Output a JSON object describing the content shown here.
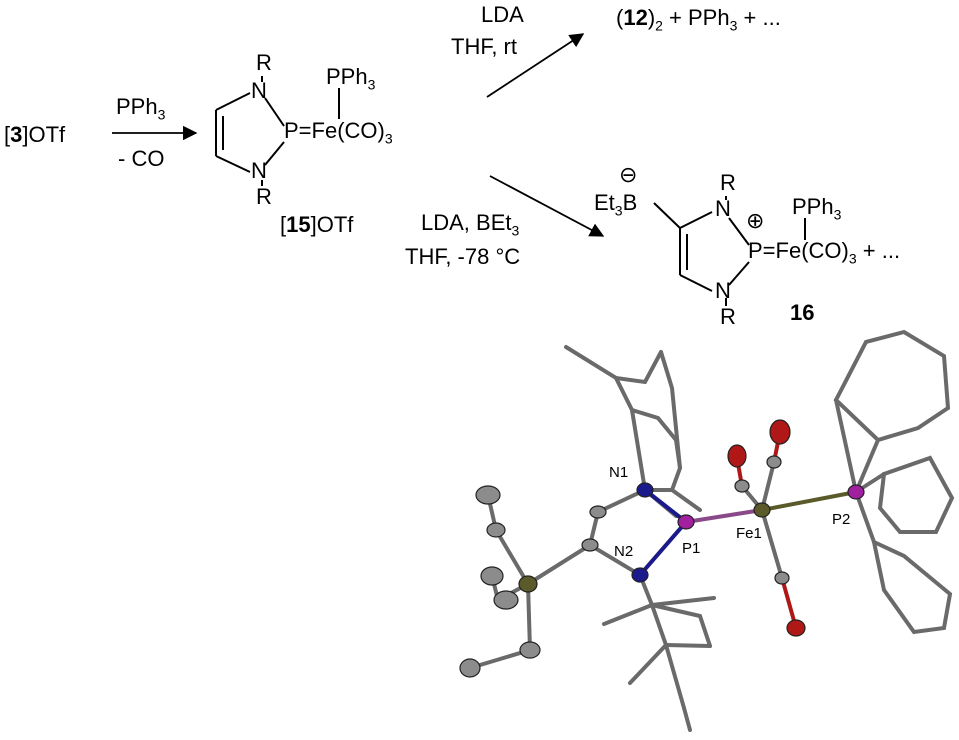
{
  "reactant": {
    "pre": "[",
    "num": "3",
    "post": "]OTf"
  },
  "step1": {
    "above": "PPh",
    "above_sub": "3",
    "below": "- CO"
  },
  "compound15": {
    "r_top": "R",
    "n_top": "N",
    "n_bot": "N",
    "r_bot": "R",
    "phosphine": "PPh",
    "phosphine_sub": "3",
    "p_fe": "P=Fe(CO)",
    "p_fe_sub": "3",
    "label_pre": "[",
    "label_num": "15",
    "label_post": "]OTf"
  },
  "path_upper": {
    "reagent_line1": "LDA",
    "reagent_line2": "THF,  rt",
    "product_pre": "(",
    "product_num": "12",
    "product_mid": ")",
    "product_sub": "2",
    "product_post": " + PPh",
    "product_sub2": "3",
    "product_end": " + ..."
  },
  "path_lower": {
    "reagent_line1": "LDA, BEt",
    "reagent_line1_sub": "3",
    "reagent_line2": "THF,  -78 °C"
  },
  "compound16": {
    "boron_minus": "⊖",
    "et3b": "Et",
    "et3b_sub": "3",
    "et3b_b": "B",
    "r_top": "R",
    "n_top": "N",
    "n_bot": "N",
    "r_bot": "R",
    "p_plus": "⊕",
    "phosphine": "PPh",
    "phosphine_sub": "3",
    "p_fe": "P=Fe(CO)",
    "p_fe_sub": "3",
    "trailing": " + ...",
    "label": "16"
  },
  "crystal_structure": {
    "atom_labels": {
      "n1": "N1",
      "n2": "N2",
      "p1": "P1",
      "fe1": "Fe1",
      "p2": "P2"
    },
    "colors": {
      "bond": "#5a5a5a",
      "carbon": "#8c8c8c",
      "nitrogen": "#1a1a8c",
      "phosphorus": "#a020a0",
      "iron": "#5a5a2a",
      "oxygen": "#b01818",
      "boron": "#5a5a2a"
    }
  }
}
